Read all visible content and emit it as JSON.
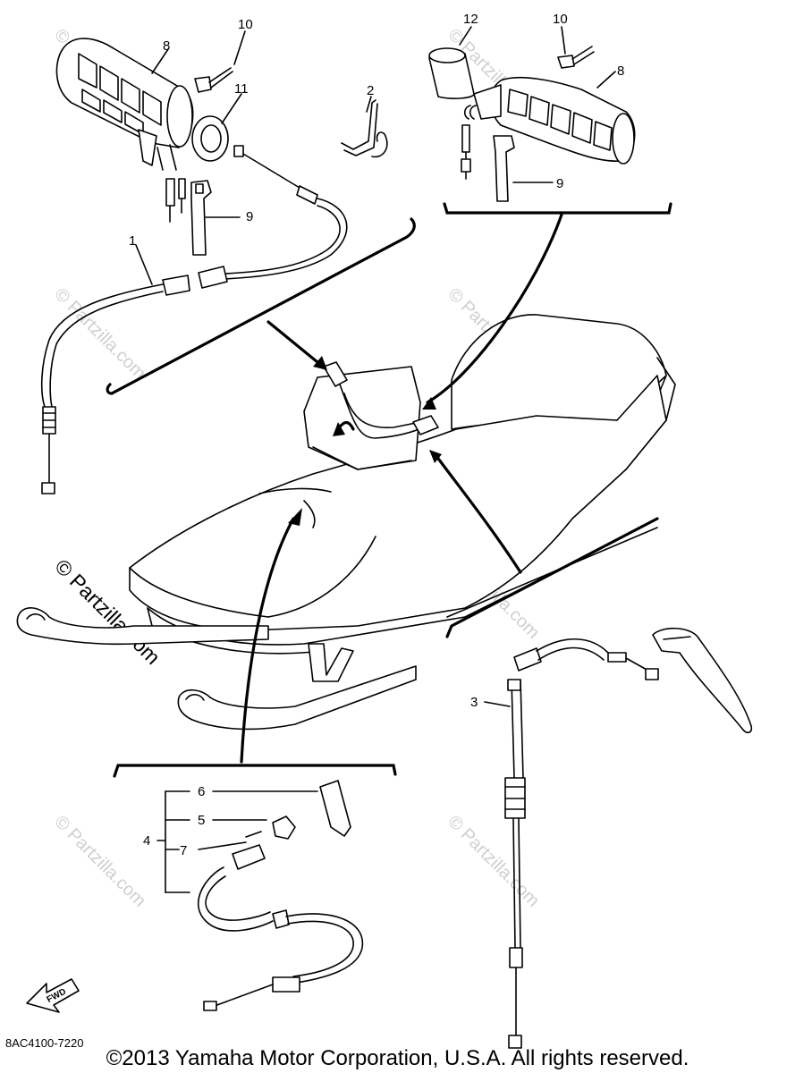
{
  "callouts": {
    "c1": "1",
    "c2": "2",
    "c3": "3",
    "c4": "4",
    "c5": "5",
    "c6": "6",
    "c7": "7",
    "c8_left": "8",
    "c8_right": "8",
    "c9_left": "9",
    "c9_right": "9",
    "c10_left": "10",
    "c10_right": "10",
    "c11": "11",
    "c12": "12"
  },
  "watermark": {
    "text": "© Partzilla.com"
  },
  "fwd_arrow": "FWD",
  "diagram_code": "8AC4100-7220",
  "copyright": "©2013 Yamaha Motor Corporation, U.S.A. All rights reserved."
}
